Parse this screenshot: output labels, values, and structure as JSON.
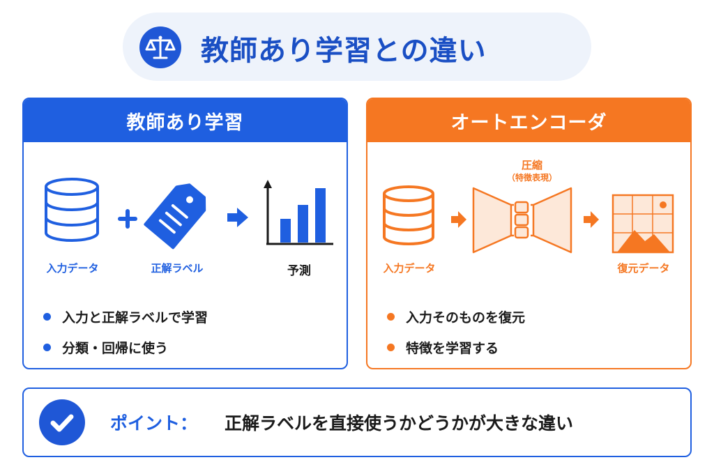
{
  "title": "教師あり学習との違い",
  "title_icon": "balance-scale-icon",
  "supervised": {
    "header": "教師あり学習",
    "input_label": "入力データ",
    "label_label": "正解ラベル",
    "predict_label": "予測",
    "bullets": [
      "入力と正解ラベルで学習",
      "分類・回帰に使う"
    ],
    "color": "#1f5fe0"
  },
  "autoencoder": {
    "header": "オートエンコーダ",
    "compress_label": "圧縮",
    "feature_label": "（特徴表現）",
    "input_label": "入力データ",
    "output_label": "復元データ",
    "bullets": [
      "入力そのものを復元",
      "特徴を学習する"
    ],
    "color": "#f57722"
  },
  "point": {
    "label": "ポイント：",
    "text": "正解ラベルを直接使うかどうかが大きな違い"
  }
}
